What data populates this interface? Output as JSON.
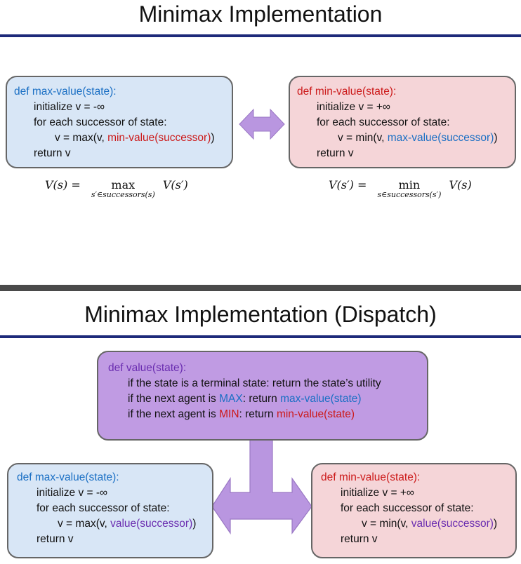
{
  "slide1": {
    "title": "Minimax Implementation",
    "max_box": {
      "def": "def max-value(state):",
      "init": "initialize v = -∞",
      "loop": "for each successor of state:",
      "assign_pre": "v = max(v, ",
      "assign_call": "min-value(successor)",
      "assign_post": ")",
      "ret": "return v"
    },
    "min_box": {
      "def": "def min-value(state):",
      "init": "initialize v = +∞",
      "loop": "for each successor of state:",
      "assign_pre": "v = min(v, ",
      "assign_call": "max-value(successor)",
      "assign_post": ")",
      "ret": "return v"
    },
    "eq_max": {
      "lhs": "V(s) =",
      "op": "max",
      "sub": "s′∈successors(s)",
      "rhs": "V(s′)"
    },
    "eq_min": {
      "lhs": "V(s′) =",
      "op": "min",
      "sub": "s∈successors(s′)",
      "rhs": "V(s)"
    }
  },
  "slide2": {
    "title": "Minimax Implementation (Dispatch)",
    "dispatch_box": {
      "def": "def value(state):",
      "l1": "if the state is a terminal state: return the state’s utility",
      "l2_pre": "if the next agent is ",
      "l2_agent": "MAX",
      "l2_mid": ": return ",
      "l2_call": "max-value(state)",
      "l3_pre": "if the next agent is ",
      "l3_agent": "MIN",
      "l3_mid": ": return ",
      "l3_call": "min-value(state)"
    },
    "max_box": {
      "def": "def max-value(state):",
      "init": "initialize v = -∞",
      "loop": "for each successor of state:",
      "assign_pre": "v = max(v, ",
      "assign_call": "value(successor)",
      "assign_post": ")",
      "ret": "return v"
    },
    "min_box": {
      "def": "def min-value(state):",
      "init": "initialize v = +∞",
      "loop": "for each successor of state:",
      "assign_pre": "v = min(v, ",
      "assign_call": "value(successor)",
      "assign_post": ")",
      "ret": "return v"
    }
  },
  "colors": {
    "title_rule": "#1d2a7a",
    "blue_box": "#d8e6f6",
    "pink_box": "#f5d5d8",
    "purple_box": "#c09be3",
    "arrow": "#b996e0",
    "code_blue": "#1a6fc4",
    "code_red": "#cc1a1a",
    "code_purple": "#6a2db0"
  }
}
